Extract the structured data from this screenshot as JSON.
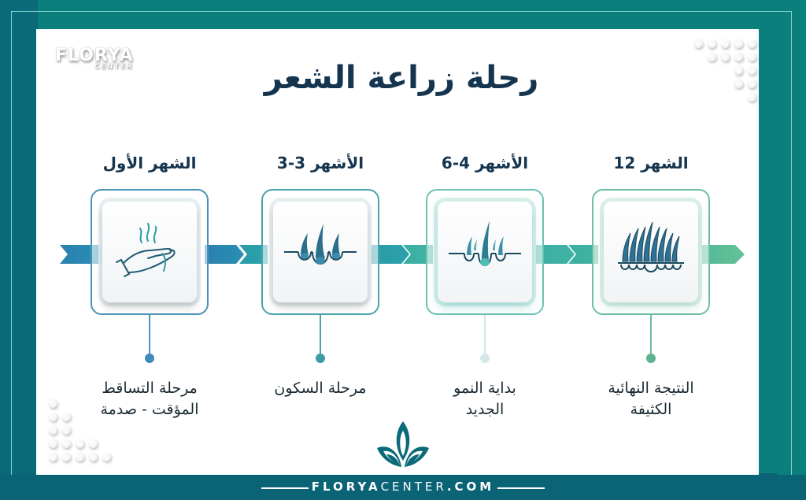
{
  "brand": {
    "logo_main": "FLORYA",
    "logo_sub": "CENTER",
    "footer_url_bold_1": "FLORYA",
    "footer_url_light": "CENTER",
    "footer_url_bold_2": ".COM"
  },
  "title": "رحلة زراعة الشعر",
  "colors": {
    "frame_teal": "#0b7f7c",
    "frame_dark": "#0a6475",
    "title_navy": "#14344f",
    "step1": "#2f86b3",
    "step2": "#2a9ca6",
    "step3": "#3fb3a3",
    "step4": "#5fbf98"
  },
  "steps": [
    {
      "label": "الشهر الأول",
      "description_line1": "مرحلة التساقط",
      "description_line2": "المؤقت - صدمة",
      "icon": "hand-falling-hair-icon"
    },
    {
      "label": "الأشهر 3-3",
      "description_line1": "مرحلة السكون",
      "description_line2": "",
      "icon": "dormant-follicles-icon"
    },
    {
      "label": "الأشهر 4-6",
      "description_line1": "بداية النمو",
      "description_line2": "الجديد",
      "icon": "new-growth-follicles-icon"
    },
    {
      "label": "الشهر 12",
      "description_line1": "النتيجة النهائية",
      "description_line2": "الكثيفة",
      "icon": "dense-hair-icon"
    }
  ]
}
